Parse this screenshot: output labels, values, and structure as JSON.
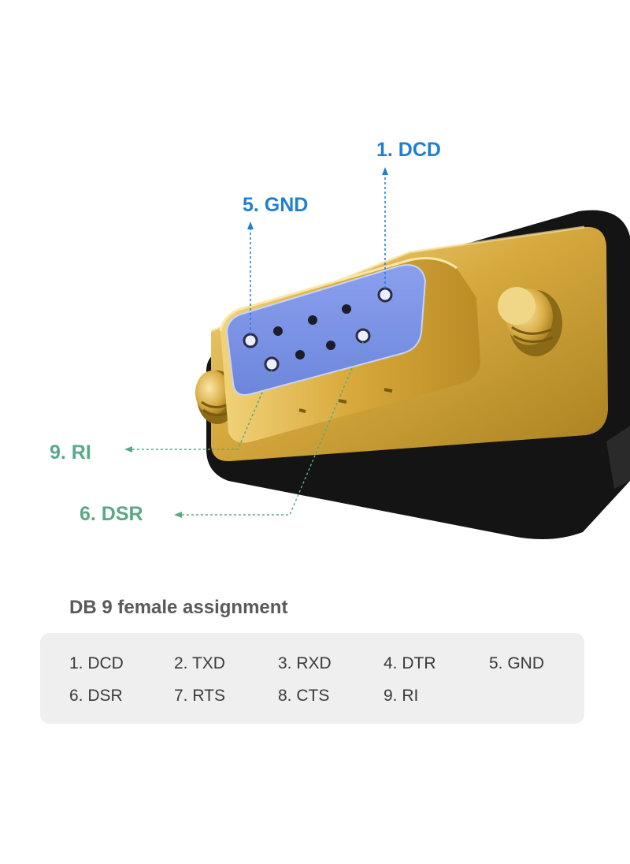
{
  "colors": {
    "blue_callout": "#1f7fd1",
    "green_callout": "#5aa886",
    "pin_face": "#7b93e6",
    "gold": "#d9b24a",
    "body_black": "#141414"
  },
  "callouts": {
    "dcd": "1. DCD",
    "gnd": "5. GND",
    "ri": "9. RI",
    "dsr": "6. DSR"
  },
  "assignment": {
    "title": "DB 9 female assignment",
    "pins": [
      "1. DCD",
      "2. TXD",
      "3. RXD",
      "4. DTR",
      "5. GND",
      "6. DSR",
      "7. RTS",
      "8. CTS",
      "9. RI"
    ]
  }
}
